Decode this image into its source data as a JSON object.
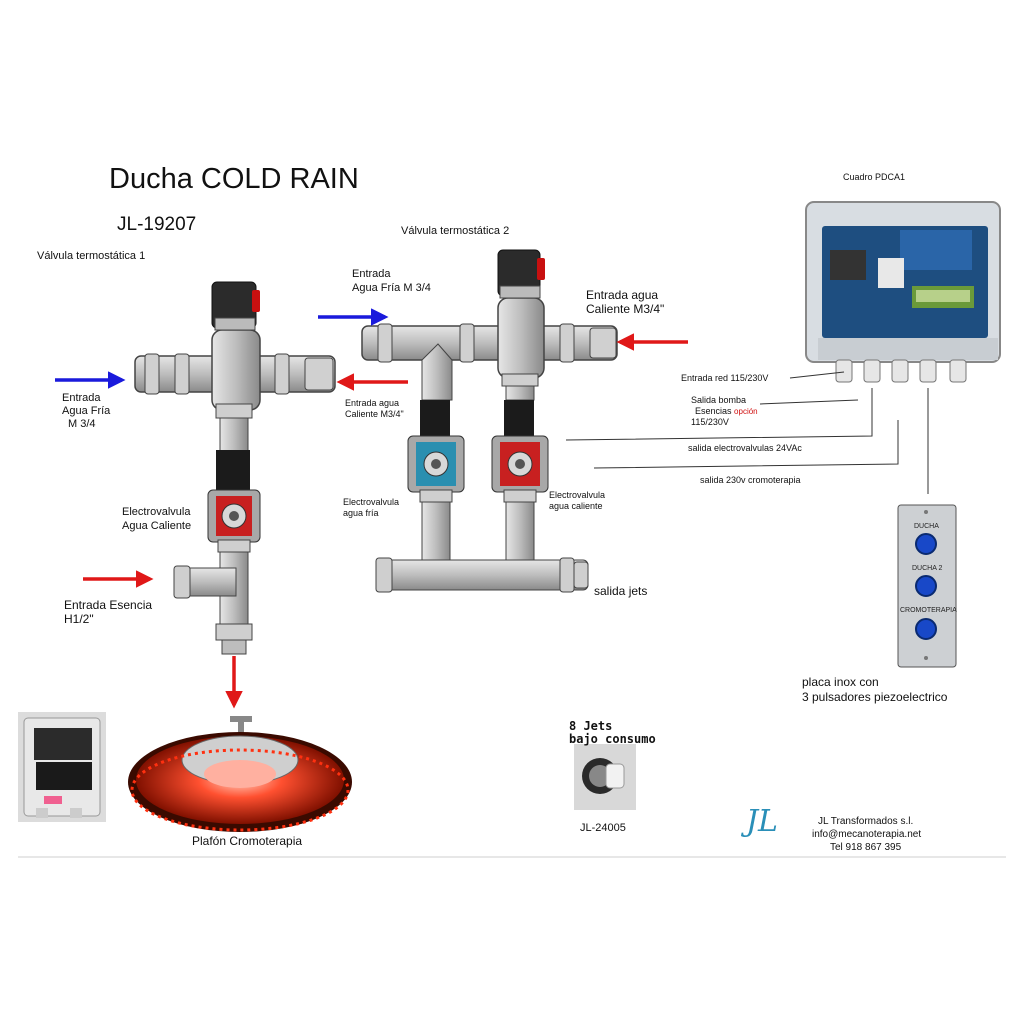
{
  "title": "Ducha COLD RAIN",
  "model": "JL-19207",
  "valve1": {
    "label": "Válvula termostática 1",
    "inlet_cold": [
      "Entrada",
      "Agua Fría",
      "M 3/4"
    ],
    "inlet_hot": [
      "Entrada agua",
      "Caliente M3/4\""
    ],
    "solenoid": [
      "Electrovalvula",
      "Agua  Caliente"
    ],
    "essence": [
      "Entrada Esencia",
      "H1/2\""
    ]
  },
  "valve2": {
    "label": "Válvula termostática 2",
    "inlet_cold": [
      "Entrada",
      "Agua Fría M 3/4"
    ],
    "inlet_hot": [
      "Entrada agua",
      "Caliente M3/4\""
    ],
    "solenoid_cold": [
      "Electrovalvula",
      "agua fría"
    ],
    "solenoid_hot": [
      "Electrovalvula",
      "agua caliente"
    ],
    "outlet": "salida jets"
  },
  "control_box": {
    "label": "Cuadro PDCA1",
    "lines": {
      "power": "Entrada red 115/230V",
      "pump_a": "Salida bomba",
      "pump_b": "Esencias",
      "pump_option": "opción",
      "pump_c": "115/230V",
      "valves": "salida electrovalvulas 24VAc",
      "chromo": "salida 230v cromoterapia"
    }
  },
  "button_panel": {
    "buttons": [
      "DUCHA",
      "DUCHA 2",
      "CROMOTERAPIA"
    ],
    "caption": [
      "placa inox con",
      "3 pulsadores piezoelectrico"
    ]
  },
  "lamp": {
    "caption": "Plafón Cromoterapia"
  },
  "jets": {
    "title": [
      "8 Jets",
      "bajo consumo"
    ],
    "code": "JL-24005"
  },
  "company": {
    "logo": "JL",
    "name": "JL Transformados s.l.",
    "email": "info@mecanoterapia.net",
    "phone": "Tel 918 867 395"
  },
  "colors": {
    "cold": "#1a1adc",
    "hot": "#e01818",
    "pipe": "#b8b8b8",
    "button": "#1848c8"
  },
  "icons": [
    "arrow-right-icon",
    "arrow-left-icon",
    "arrow-down-icon"
  ]
}
